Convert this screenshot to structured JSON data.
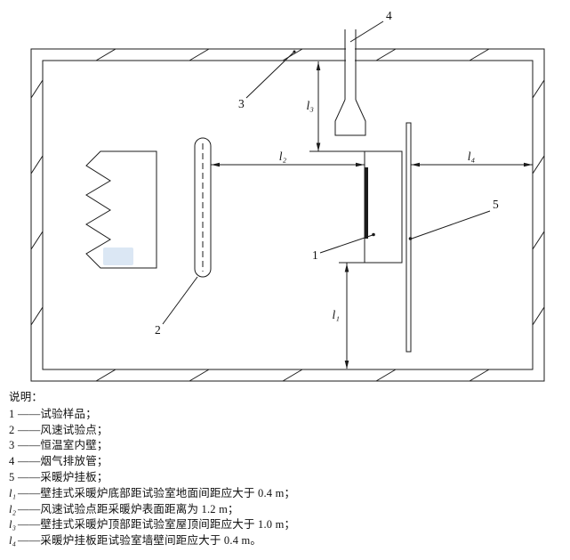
{
  "diagram": {
    "callouts": {
      "sample": "1",
      "wind_point": "2",
      "inner_wall": "3",
      "flue": "4",
      "plate": "5"
    },
    "dims": {
      "l1": "l₁",
      "l2": "l₂",
      "l3": "l₃",
      "l4": "l₄"
    }
  },
  "legend": {
    "title": "说明：",
    "items": [
      {
        "key": "1",
        "text": "——试验样品；"
      },
      {
        "key": "2",
        "text": "——风速试验点；"
      },
      {
        "key": "3",
        "text": "——恒温室内壁；"
      },
      {
        "key": "4",
        "text": "——烟气排放管；"
      },
      {
        "key": "5",
        "text": "——采暖炉挂板；"
      },
      {
        "key": "l₁",
        "text": "——壁挂式采暖炉底部距试验室地面间距应大于 0.4 m；"
      },
      {
        "key": "l₂",
        "text": "——风速试验点距采暖炉表面距离为 1.2 m；"
      },
      {
        "key": "l₃",
        "text": "——壁挂式采暖炉顶部距试验室屋顶间距应大于 1.0 m；"
      },
      {
        "key": "l₄",
        "text": "——采暖炉挂板距试验室墙壁间距应大于 0.4 m。"
      }
    ]
  }
}
